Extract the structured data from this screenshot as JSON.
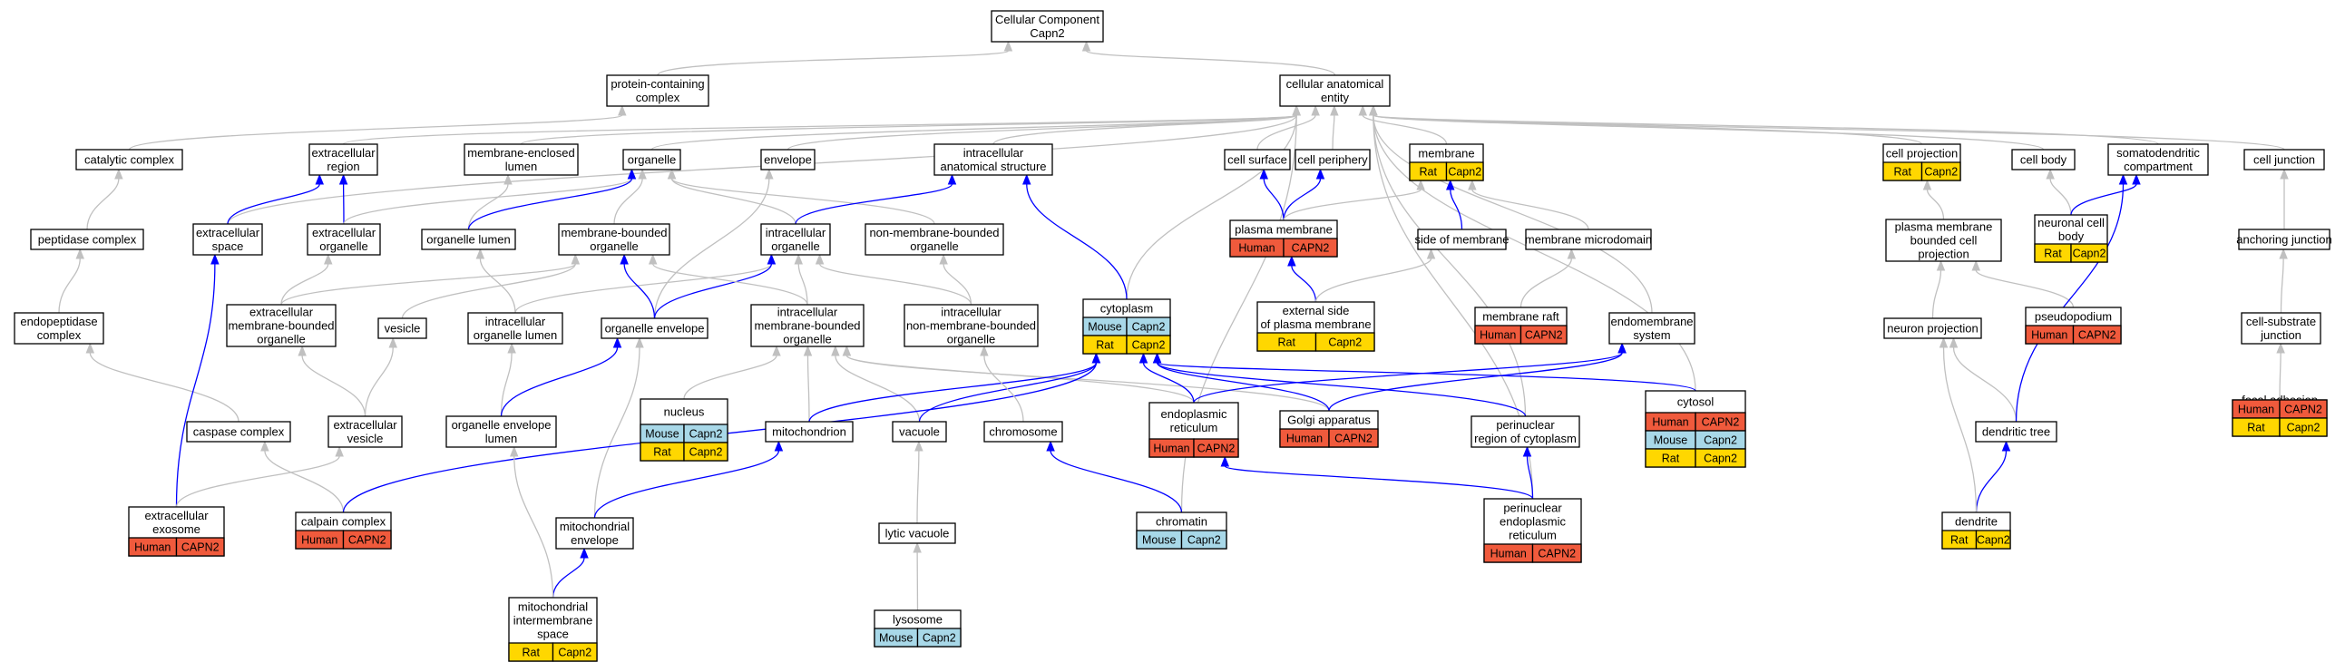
{
  "colors": {
    "gray_edge": "#c0c0c0",
    "blue_edge": "#0000ff",
    "Human": "#f05a3c",
    "Mouse": "#a8d8e8",
    "Rat": "#ffd700"
  },
  "nodes": [
    {
      "id": "root",
      "lines": [
        "Cellular Component",
        "Capn2"
      ]
    },
    {
      "id": "pcc",
      "lines": [
        "protein-containing",
        "complex"
      ]
    },
    {
      "id": "cae",
      "lines": [
        "cellular anatomical",
        "entity"
      ]
    },
    {
      "id": "catc",
      "lines": [
        "catalytic complex"
      ]
    },
    {
      "id": "extreg",
      "lines": [
        "extracellular",
        "region"
      ]
    },
    {
      "id": "mel",
      "lines": [
        "membrane-enclosed",
        "lumen"
      ]
    },
    {
      "id": "org",
      "lines": [
        "organelle"
      ]
    },
    {
      "id": "env",
      "lines": [
        "envelope"
      ]
    },
    {
      "id": "ias",
      "lines": [
        "intracellular",
        "anatomical structure"
      ]
    },
    {
      "id": "csurf",
      "lines": [
        "cell surface"
      ]
    },
    {
      "id": "cper",
      "lines": [
        "cell periphery"
      ]
    },
    {
      "id": "mem",
      "lines": [
        "membrane"
      ],
      "species": [
        [
          "Rat",
          "Capn2"
        ]
      ]
    },
    {
      "id": "cproj",
      "lines": [
        "cell projection"
      ],
      "species": [
        [
          "Rat",
          "Capn2"
        ]
      ]
    },
    {
      "id": "cbody",
      "lines": [
        "cell body"
      ]
    },
    {
      "id": "sdc",
      "lines": [
        "somatodendritic",
        "compartment"
      ]
    },
    {
      "id": "cjun",
      "lines": [
        "cell junction"
      ]
    },
    {
      "id": "pepc",
      "lines": [
        "peptidase complex"
      ]
    },
    {
      "id": "exsp",
      "lines": [
        "extracellular",
        "space"
      ]
    },
    {
      "id": "exorg",
      "lines": [
        "extracellular",
        "organelle"
      ]
    },
    {
      "id": "orglum",
      "lines": [
        "organelle lumen"
      ]
    },
    {
      "id": "mbo",
      "lines": [
        "membrane-bounded",
        "organelle"
      ]
    },
    {
      "id": "ico",
      "lines": [
        "intracellular",
        "organelle"
      ]
    },
    {
      "id": "nmbo",
      "lines": [
        "non-membrane-bounded",
        "organelle"
      ]
    },
    {
      "id": "pm",
      "lines": [
        "plasma membrane"
      ],
      "species": [
        [
          "Human",
          "CAPN2"
        ]
      ]
    },
    {
      "id": "som",
      "lines": [
        "side of membrane"
      ]
    },
    {
      "id": "memmd",
      "lines": [
        "membrane microdomain"
      ]
    },
    {
      "id": "pmbcp",
      "lines": [
        "plasma membrane",
        "bounded cell",
        "projection"
      ]
    },
    {
      "id": "ncb",
      "lines": [
        "neuronal cell",
        "body"
      ],
      "species": [
        [
          "Rat",
          "Capn2"
        ]
      ]
    },
    {
      "id": "ajun",
      "lines": [
        "anchoring junction"
      ]
    },
    {
      "id": "endopc",
      "lines": [
        "endopeptidase",
        "complex"
      ]
    },
    {
      "id": "embo",
      "lines": [
        "extracellular",
        "membrane-bounded",
        "organelle"
      ]
    },
    {
      "id": "ves",
      "lines": [
        "vesicle"
      ]
    },
    {
      "id": "icol",
      "lines": [
        "intracellular",
        "organelle lumen"
      ]
    },
    {
      "id": "orgenv",
      "lines": [
        "organelle envelope"
      ]
    },
    {
      "id": "imbo",
      "lines": [
        "intracellular",
        "membrane-bounded",
        "organelle"
      ]
    },
    {
      "id": "inmbo",
      "lines": [
        "intracellular",
        "non-membrane-bounded",
        "organelle"
      ]
    },
    {
      "id": "cyto",
      "lines": [
        "cytoplasm"
      ],
      "species": [
        [
          "Mouse",
          "Capn2"
        ],
        [
          "Rat",
          "Capn2"
        ]
      ]
    },
    {
      "id": "espm",
      "lines": [
        "external side",
        "of plasma membrane"
      ],
      "species": [
        [
          "Rat",
          "Capn2"
        ]
      ]
    },
    {
      "id": "mraft",
      "lines": [
        "membrane raft"
      ],
      "species": [
        [
          "Human",
          "CAPN2"
        ]
      ]
    },
    {
      "id": "ems",
      "lines": [
        "endomembrane",
        "system"
      ]
    },
    {
      "id": "nproj",
      "lines": [
        "neuron projection"
      ]
    },
    {
      "id": "pseudo",
      "lines": [
        "pseudopodium"
      ],
      "species": [
        [
          "Human",
          "CAPN2"
        ]
      ]
    },
    {
      "id": "csj",
      "lines": [
        "cell-substrate",
        "junction"
      ]
    },
    {
      "id": "nuc",
      "lines": [
        "nucleus"
      ],
      "species": [
        [
          "Mouse",
          "Capn2"
        ],
        [
          "Rat",
          "Capn2"
        ]
      ]
    },
    {
      "id": "casp",
      "lines": [
        "caspase complex"
      ]
    },
    {
      "id": "exves",
      "lines": [
        "extracellular",
        "vesicle"
      ]
    },
    {
      "id": "oel",
      "lines": [
        "organelle envelope",
        "lumen"
      ]
    },
    {
      "id": "mito",
      "lines": [
        "mitochondrion"
      ]
    },
    {
      "id": "vac",
      "lines": [
        "vacuole"
      ]
    },
    {
      "id": "chrom",
      "lines": [
        "chromosome"
      ]
    },
    {
      "id": "er",
      "lines": [
        "endoplasmic",
        "reticulum"
      ],
      "species": [
        [
          "Human",
          "CAPN2"
        ]
      ]
    },
    {
      "id": "golgi",
      "lines": [
        "Golgi apparatus"
      ],
      "species": [
        [
          "Human",
          "CAPN2"
        ]
      ]
    },
    {
      "id": "prc",
      "lines": [
        "perinuclear",
        "region of cytoplasm"
      ]
    },
    {
      "id": "cytosol",
      "lines": [
        "cytosol"
      ],
      "species": [
        [
          "Human",
          "CAPN2"
        ],
        [
          "Mouse",
          "Capn2"
        ],
        [
          "Rat",
          "Capn2"
        ]
      ]
    },
    {
      "id": "fadh",
      "lines": [
        "focal adhesion"
      ],
      "species": [
        [
          "Human",
          "CAPN2"
        ],
        [
          "Rat",
          "Capn2"
        ]
      ]
    },
    {
      "id": "dtree",
      "lines": [
        "dendritic tree"
      ]
    },
    {
      "id": "exexo",
      "lines": [
        "extracellular",
        "exosome"
      ],
      "species": [
        [
          "Human",
          "CAPN2"
        ]
      ]
    },
    {
      "id": "calp",
      "lines": [
        "calpain complex"
      ],
      "species": [
        [
          "Human",
          "CAPN2"
        ]
      ]
    },
    {
      "id": "mitoenv",
      "lines": [
        "mitochondrial",
        "envelope"
      ]
    },
    {
      "id": "lytv",
      "lines": [
        "lytic vacuole"
      ]
    },
    {
      "id": "chromatin",
      "lines": [
        "chromatin"
      ],
      "species": [
        [
          "Mouse",
          "Capn2"
        ]
      ]
    },
    {
      "id": "per",
      "lines": [
        "perinuclear",
        "endoplasmic",
        "reticulum"
      ],
      "species": [
        [
          "Human",
          "CAPN2"
        ]
      ]
    },
    {
      "id": "dend",
      "lines": [
        "dendrite"
      ],
      "species": [
        [
          "Rat",
          "Capn2"
        ]
      ]
    },
    {
      "id": "mims",
      "lines": [
        "mitochondrial",
        "intermembrane",
        "space"
      ],
      "species": [
        [
          "Rat",
          "Capn2"
        ]
      ]
    },
    {
      "id": "lyso",
      "lines": [
        "lysosome"
      ],
      "species": [
        [
          "Mouse",
          "Capn2"
        ]
      ]
    }
  ],
  "edges": [
    [
      "pcc",
      "root",
      "g"
    ],
    [
      "cae",
      "root",
      "g"
    ],
    [
      "catc",
      "pcc",
      "g"
    ],
    [
      "exsp",
      "cae",
      "g"
    ],
    [
      "extreg",
      "cae",
      "g"
    ],
    [
      "mel",
      "cae",
      "g"
    ],
    [
      "org",
      "cae",
      "g"
    ],
    [
      "env",
      "cae",
      "g"
    ],
    [
      "ias",
      "cae",
      "g"
    ],
    [
      "csurf",
      "cae",
      "g"
    ],
    [
      "cper",
      "cae",
      "g"
    ],
    [
      "mem",
      "cae",
      "g"
    ],
    [
      "cproj",
      "cae",
      "g"
    ],
    [
      "cbody",
      "cae",
      "g"
    ],
    [
      "sdc",
      "cae",
      "g"
    ],
    [
      "cjun",
      "cae",
      "g"
    ],
    [
      "cyto",
      "cae",
      "g"
    ],
    [
      "ems",
      "cae",
      "g"
    ],
    [
      "cytosol",
      "cae",
      "g"
    ],
    [
      "chromatin",
      "cae",
      "g"
    ],
    [
      "per",
      "cae",
      "g"
    ],
    [
      "prc",
      "cae",
      "g"
    ],
    [
      "pepc",
      "catc",
      "g"
    ],
    [
      "endopc",
      "pepc",
      "g"
    ],
    [
      "casp",
      "endopc",
      "g"
    ],
    [
      "exsp",
      "extreg",
      "b"
    ],
    [
      "exorg",
      "extreg",
      "b"
    ],
    [
      "exexo",
      "exsp",
      "b"
    ],
    [
      "exorg",
      "org",
      "g"
    ],
    [
      "orglum",
      "mel",
      "g"
    ],
    [
      "orglum",
      "org",
      "b"
    ],
    [
      "mbo",
      "org",
      "g"
    ],
    [
      "ico",
      "org",
      "g"
    ],
    [
      "nmbo",
      "org",
      "g"
    ],
    [
      "ico",
      "ias",
      "b"
    ],
    [
      "cyto",
      "ias",
      "b"
    ],
    [
      "orgenv",
      "env",
      "g"
    ],
    [
      "pm",
      "csurf",
      "b"
    ],
    [
      "pm",
      "cper",
      "b"
    ],
    [
      "som",
      "mem",
      "b"
    ],
    [
      "memmd",
      "mem",
      "g"
    ],
    [
      "pm",
      "mem",
      "g"
    ],
    [
      "embo",
      "exorg",
      "g"
    ],
    [
      "embo",
      "mbo",
      "g"
    ],
    [
      "icol",
      "orglum",
      "g"
    ],
    [
      "icol",
      "ico",
      "g"
    ],
    [
      "orgenv",
      "mbo",
      "b"
    ],
    [
      "orgenv",
      "ico",
      "b"
    ],
    [
      "imbo",
      "mbo",
      "g"
    ],
    [
      "imbo",
      "ico",
      "g"
    ],
    [
      "inmbo",
      "ico",
      "g"
    ],
    [
      "inmbo",
      "nmbo",
      "g"
    ],
    [
      "espm",
      "pm",
      "b"
    ],
    [
      "espm",
      "som",
      "g"
    ],
    [
      "mraft",
      "memmd",
      "g"
    ],
    [
      "pmbcp",
      "cproj",
      "g"
    ],
    [
      "ncb",
      "cbody",
      "g"
    ],
    [
      "ncb",
      "sdc",
      "b"
    ],
    [
      "nproj",
      "pmbcp",
      "g"
    ],
    [
      "pseudo",
      "pmbcp",
      "g"
    ],
    [
      "ajun",
      "cjun",
      "g"
    ],
    [
      "csj",
      "ajun",
      "g"
    ],
    [
      "fadh",
      "csj",
      "g"
    ],
    [
      "ves",
      "mbo",
      "g"
    ],
    [
      "exves",
      "embo",
      "g"
    ],
    [
      "exves",
      "ves",
      "g"
    ],
    [
      "exexo",
      "exves",
      "g"
    ],
    [
      "calp",
      "casp",
      "g"
    ],
    [
      "oel",
      "icol",
      "g"
    ],
    [
      "oel",
      "orgenv",
      "b"
    ],
    [
      "mitoenv",
      "orgenv",
      "g"
    ],
    [
      "nuc",
      "imbo",
      "g"
    ],
    [
      "mito",
      "imbo",
      "g"
    ],
    [
      "vac",
      "imbo",
      "g"
    ],
    [
      "er",
      "imbo",
      "g"
    ],
    [
      "golgi",
      "imbo",
      "g"
    ],
    [
      "mito",
      "cyto",
      "b"
    ],
    [
      "vac",
      "cyto",
      "b"
    ],
    [
      "er",
      "cyto",
      "b"
    ],
    [
      "golgi",
      "ems",
      "b"
    ],
    [
      "er",
      "ems",
      "b"
    ],
    [
      "calp",
      "cyto",
      "b"
    ],
    [
      "golgi",
      "cyto",
      "b"
    ],
    [
      "prc",
      "cyto",
      "b"
    ],
    [
      "cytosol",
      "cyto",
      "b"
    ],
    [
      "chrom",
      "inmbo",
      "g"
    ],
    [
      "chromatin",
      "chrom",
      "b"
    ],
    [
      "lytv",
      "vac",
      "g"
    ],
    [
      "lyso",
      "lytv",
      "g"
    ],
    [
      "mitoenv",
      "mito",
      "b"
    ],
    [
      "mims",
      "mitoenv",
      "b"
    ],
    [
      "mims",
      "oel",
      "g"
    ],
    [
      "per",
      "er",
      "b"
    ],
    [
      "per",
      "prc",
      "b"
    ],
    [
      "dtree",
      "nproj",
      "g"
    ],
    [
      "dtree",
      "sdc",
      "b"
    ],
    [
      "dend",
      "dtree",
      "b"
    ],
    [
      "dend",
      "nproj",
      "g"
    ]
  ]
}
